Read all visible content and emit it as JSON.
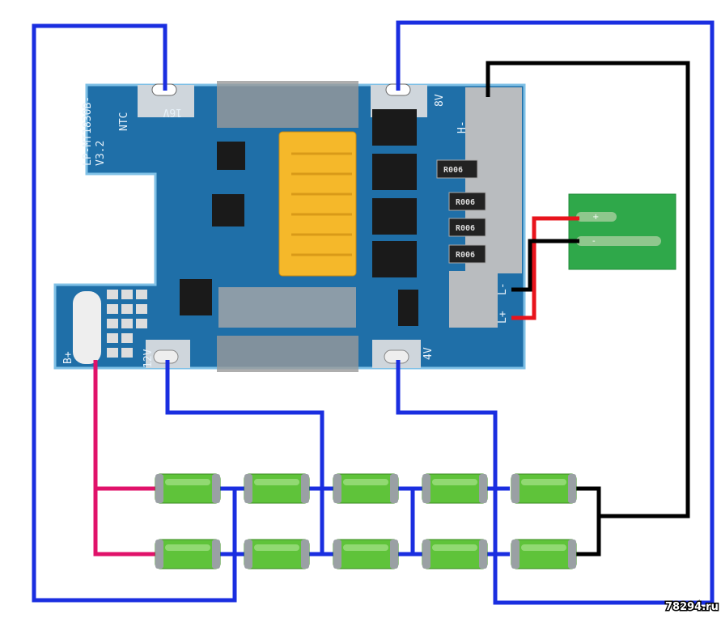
{
  "board": {
    "model": "LP-MT1830B-",
    "version": "V3.2",
    "labels": {
      "v16": "16V",
      "v8": "8V",
      "v12": "12V",
      "v4": "4V",
      "bplus": "B+",
      "hminus": "H-",
      "lminus": "L-",
      "lplus": "L+",
      "ntc": "NTC"
    },
    "resistors": [
      "R006",
      "R006",
      "R006",
      "R006"
    ]
  },
  "module": {
    "plus": "+",
    "minus": "-"
  },
  "cells": {
    "rows": 2,
    "per_row": 5
  },
  "colors": {
    "wire_blue": "#1a2ee0",
    "wire_black": "#000000",
    "wire_red": "#e8141c",
    "wire_pink": "#e0126a",
    "pcb": "#1f6fa8",
    "cell": "#5fc33a",
    "connector": "#f5b82a"
  },
  "watermark": "78294.ru"
}
